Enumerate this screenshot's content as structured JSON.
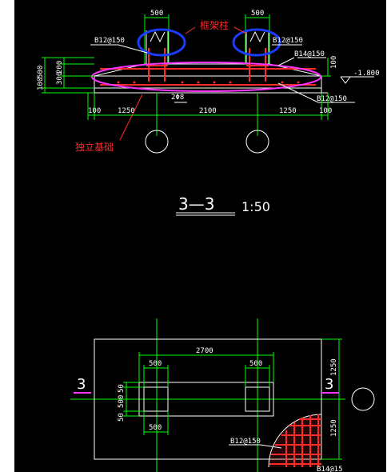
{
  "annotations": {
    "frame_column": "框架柱",
    "isolated_footing": "独立基础"
  },
  "section": {
    "title": "3—3",
    "scale": "1:50",
    "dims_top": {
      "col_left": "500",
      "col_right": "500"
    },
    "rebar": {
      "left": "B12@150",
      "right": "B12@150",
      "b14": "B14@150",
      "b12_bottom": "B12@150"
    },
    "elevation": "-1.800",
    "cover": "2Φ8",
    "dims_bottom": [
      "100",
      "1250",
      "2100",
      "1250",
      "100"
    ],
    "dims_left": [
      "100",
      "500",
      "300",
      "200"
    ],
    "dims_right": [
      "100"
    ]
  },
  "plan": {
    "dim_top": "2700",
    "col_top_left": "500",
    "col_top_right": "500",
    "col_bottom_left": "500",
    "left_dims": [
      "50",
      "500",
      "50"
    ],
    "right_dims": [
      "1250",
      "1250"
    ],
    "rebar": "B12@150",
    "section_mark_left": "3",
    "section_mark_right": "3",
    "clipped_label": "B14@15"
  },
  "colors": {
    "background": "#000000",
    "lines": "#ffffff",
    "dim_green": "#00ff00",
    "highlight_magenta": "#ff33ff",
    "highlight_blue": "#1a3cff",
    "rebar_red": "#ff2a2a"
  }
}
